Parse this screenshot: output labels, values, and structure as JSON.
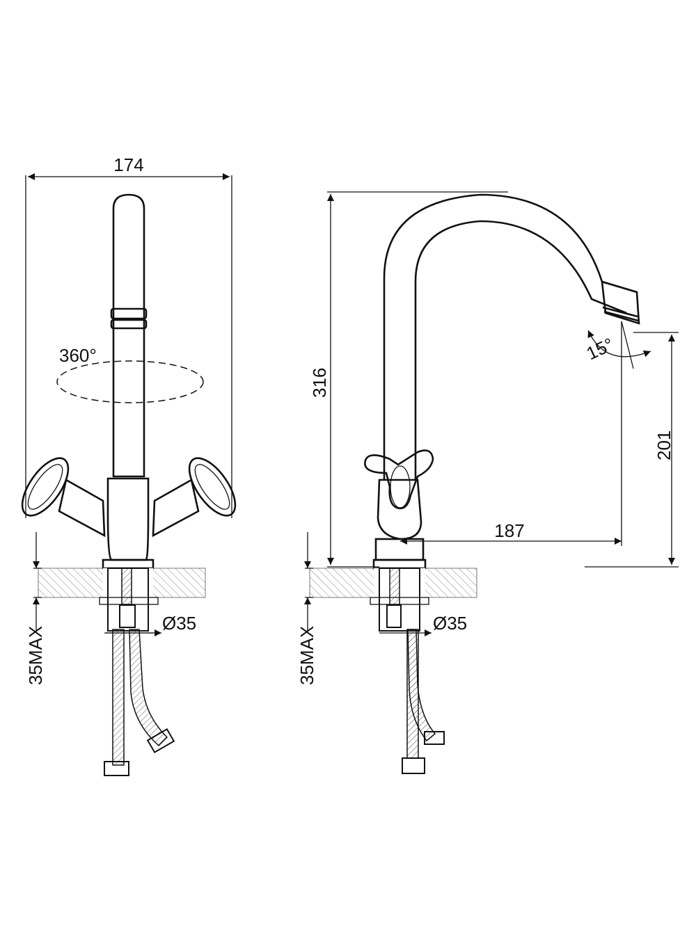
{
  "dimensions": {
    "width_front": "174",
    "rotation": "360°",
    "max_thickness_front": "35MAX",
    "hole_diameter_front": "Ø35",
    "height_total": "316",
    "spout_angle": "15°",
    "spout_height": "201",
    "spout_reach": "187",
    "max_thickness_side": "35MAX",
    "hole_diameter_side": "Ø35"
  },
  "colors": {
    "line": "#111111",
    "hatch": "#777777",
    "background": "#ffffff"
  }
}
